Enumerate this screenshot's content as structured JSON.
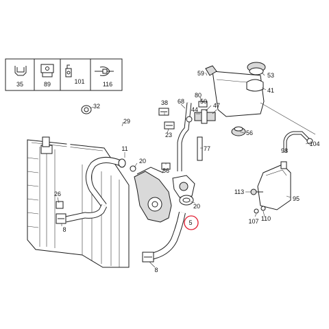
{
  "legend": {
    "items": [
      {
        "label": "35",
        "icon": "clip-icon"
      },
      {
        "label": "89",
        "icon": "hose-clamp-icon"
      },
      {
        "label": "101",
        "icon": "cable-clip-icon"
      },
      {
        "label": "116",
        "icon": "cable-tie-icon"
      }
    ]
  },
  "callouts": {
    "c59": "59",
    "c53": "53",
    "c41": "41",
    "c80": "80",
    "c38": "38",
    "c68": "68",
    "c50": "50",
    "c44": "44",
    "c47": "47",
    "c32": "32",
    "c29": "29",
    "c23": "23",
    "c56": "56",
    "c104": "104",
    "c98": "98",
    "c11": "11",
    "c20a": "20",
    "c77": "77",
    "c86": "86",
    "c26": "26",
    "c20b": "20",
    "c5": "5",
    "c8a": "8",
    "c8b": "8",
    "c113": "113",
    "c95": "95",
    "c107": "107",
    "c110": "110"
  },
  "highlight": {
    "label": "5",
    "color": "#e0182d"
  },
  "colors": {
    "line": "#222222",
    "highlight": "#e0182d"
  }
}
